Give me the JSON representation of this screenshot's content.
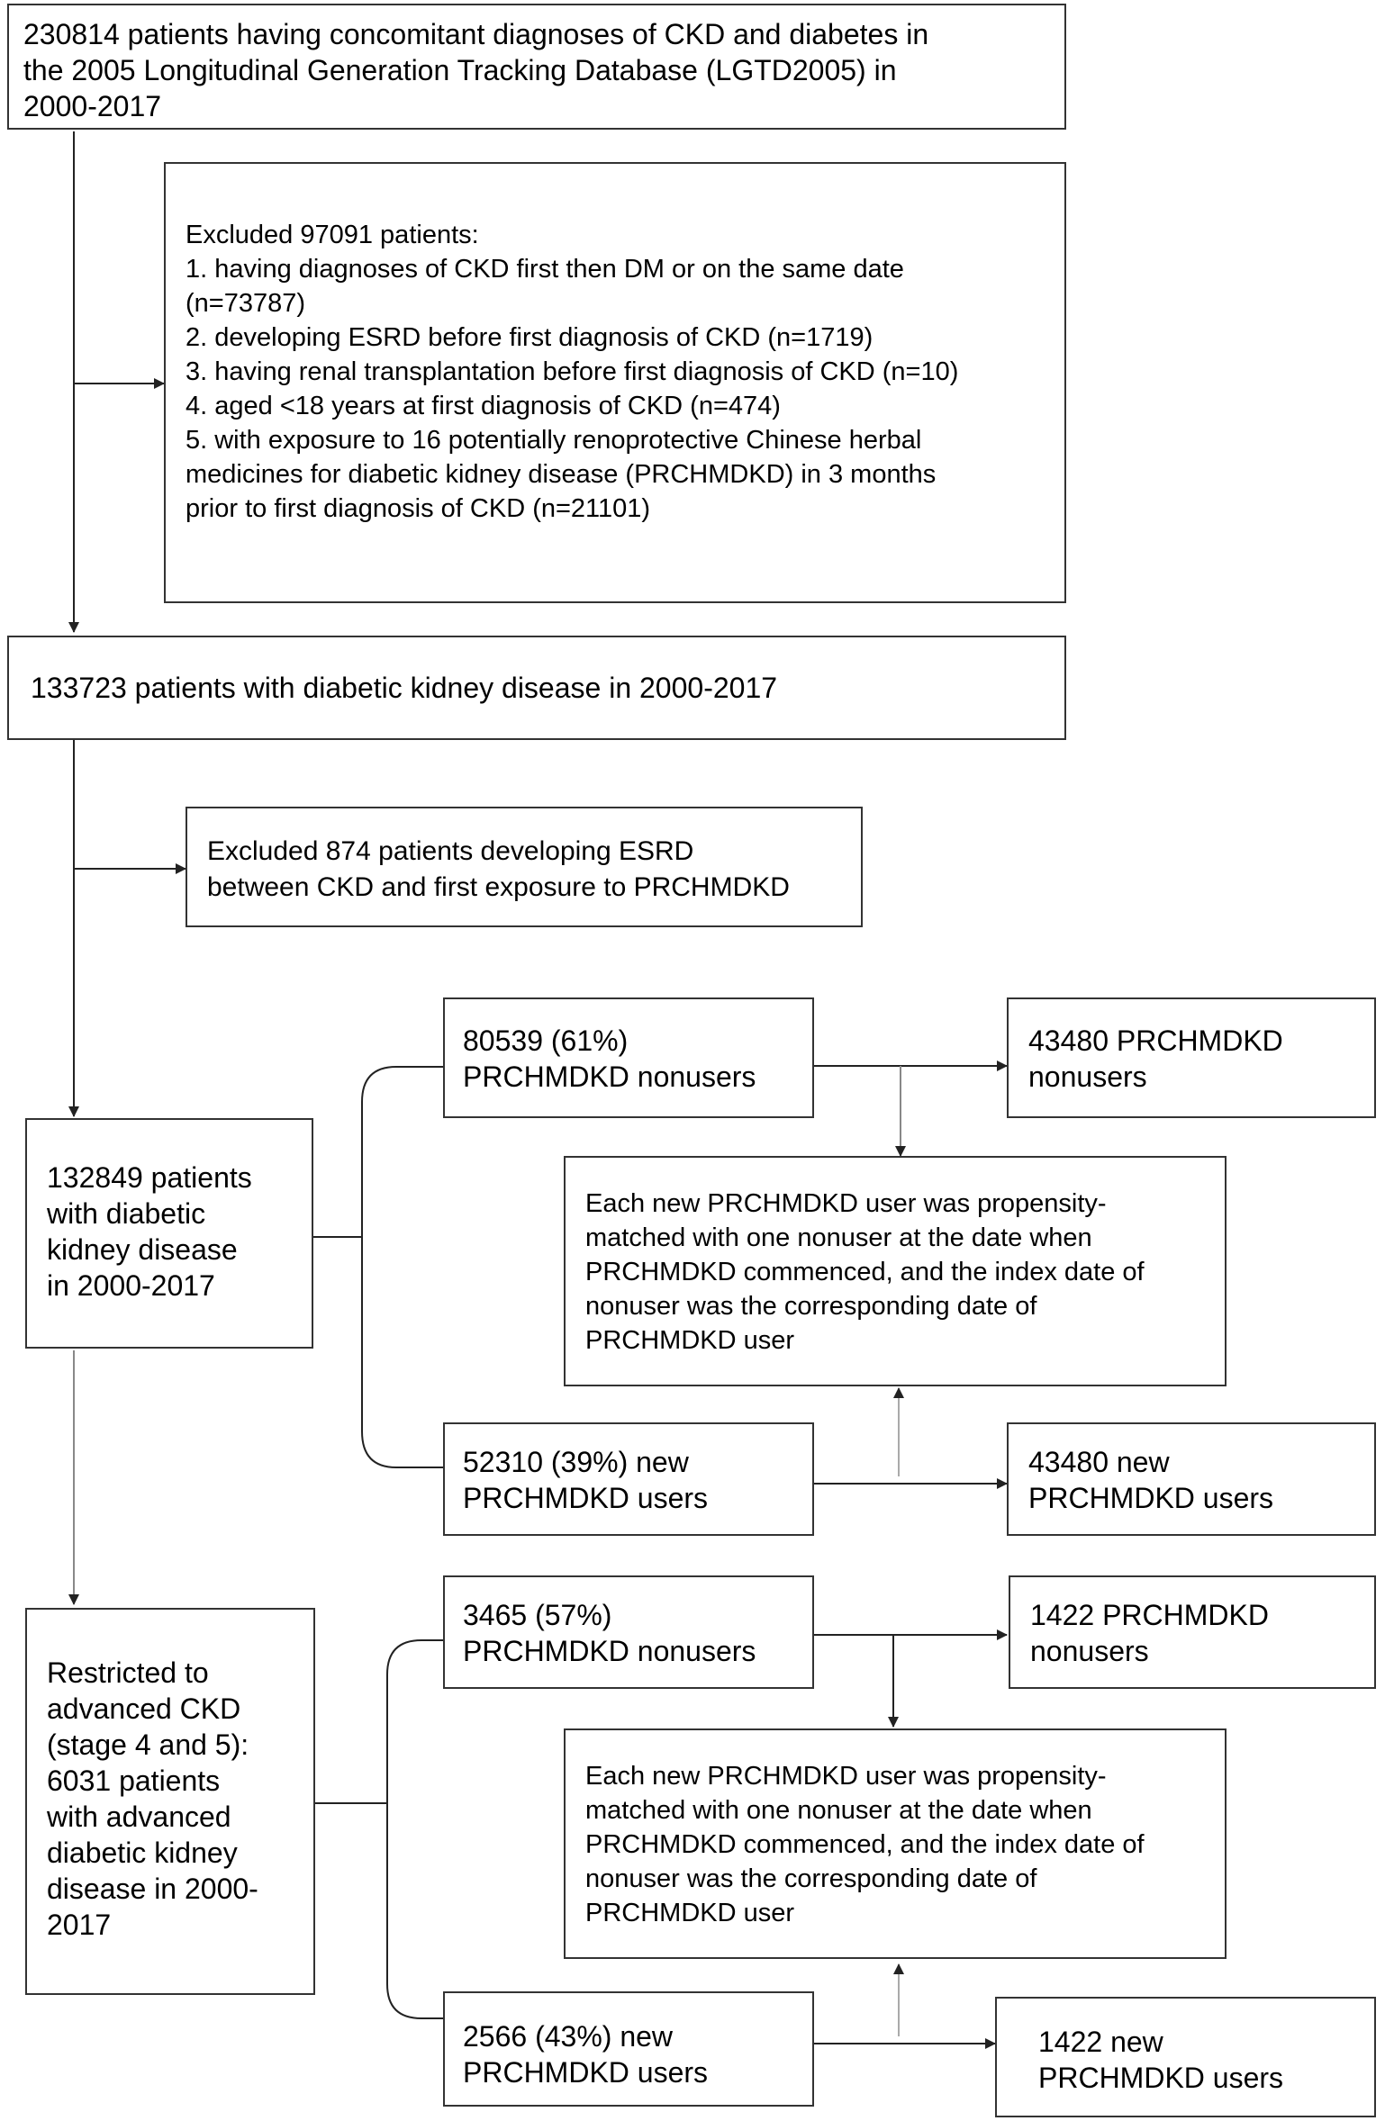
{
  "boxes": {
    "source_cohort": "230814 patients having concomitant diagnoses of CKD and diabetes in\nthe 2005 Longitudinal Generation Tracking Database (LGTD2005) in\n2000-2017",
    "exclusion_1": {
      "heading": "Excluded 97091 patients:",
      "items": [
        "1. having diagnoses of CKD first then DM or on the same date\n(n=73787)",
        "2. developing ESRD before first diagnosis of CKD (n=1719)",
        "3. having renal transplantation before first diagnosis of CKD (n=10)",
        "4. aged <18 years at first diagnosis of CKD (n=474)",
        "5. with exposure to 16 potentially renoprotective Chinese herbal\nmedicines for diabetic kidney disease (PRCHMDKD) in 3 months\nprior to first diagnosis of CKD (n=21101)"
      ]
    },
    "dkd_cohort": "133723 patients with diabetic kidney disease in 2000-2017",
    "exclusion_2": "Excluded 874 patients developing ESRD\nbetween CKD and first exposure to PRCHMDKD",
    "dkd_final": "132849 patients\nwith diabetic\nkidney disease\nin 2000-2017",
    "nonusers_all": "80539 (61%)\nPRCHMDKD nonusers",
    "users_all": "52310 (39%) new\nPRCHMDKD users",
    "matched_nonusers_all": "43480 PRCHMDKD\nnonusers",
    "matched_users_all": "43480 new\nPRCHMDKD users",
    "matching_note_1": "Each new PRCHMDKD user was propensity-\nmatched with one nonuser at the date when\nPRCHMDKD commenced, and the index date of\nnonuser was the corresponding date of\nPRCHMDKD user",
    "advanced_cohort": "Restricted to\nadvanced CKD\n(stage 4 and 5):\n6031 patients\nwith advanced\ndiabetic kidney\ndisease in 2000-\n2017",
    "nonusers_adv": "3465 (57%)\nPRCHMDKD nonusers",
    "users_adv": "2566 (43%) new\nPRCHMDKD users",
    "matched_nonusers_adv": "1422 PRCHMDKD\nnonusers",
    "matched_users_adv": "1422 new\nPRCHMDKD users",
    "matching_note_2": "Each new PRCHMDKD user was propensity-\nmatched with one nonuser at the date when\nPRCHMDKD commenced, and the index date of\nnonuser was the corresponding date of\nPRCHMDKD user"
  },
  "colors": {
    "line": "#222222",
    "border": "#333333",
    "light_line": "#999999"
  }
}
